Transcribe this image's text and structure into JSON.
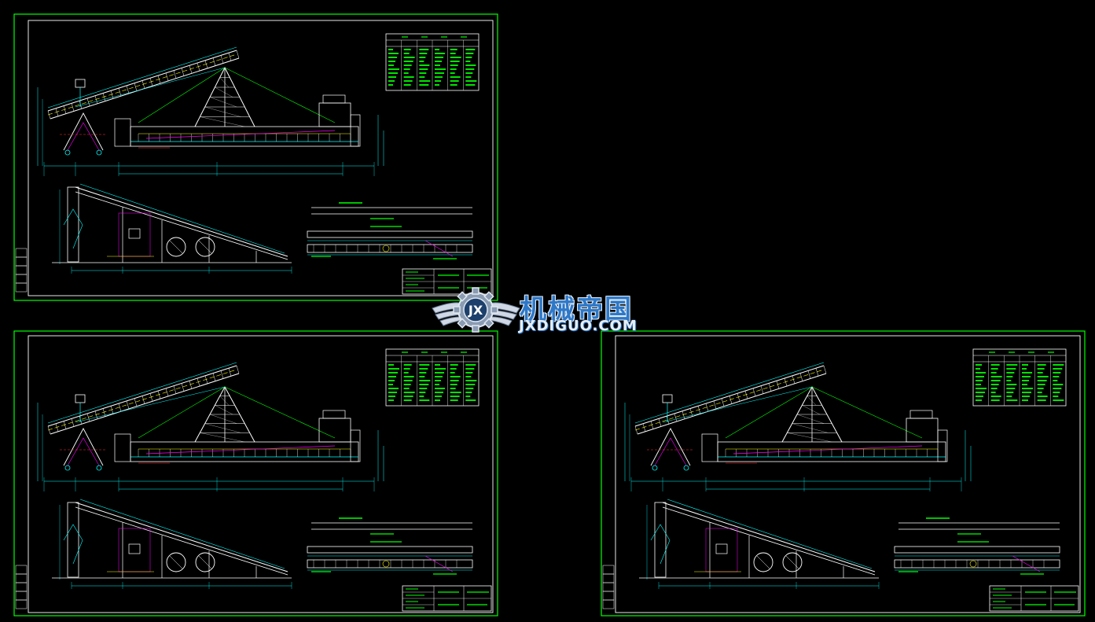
{
  "watermark": {
    "brand": "机械帝国",
    "url": "JXDIGUO.COM",
    "emblem_letters": "JX",
    "colors": {
      "blue": "#2d78c8",
      "light": "#e8eef6"
    }
  },
  "colors": {
    "background": "#000000",
    "frame": "#00ff00",
    "cyan": "#00ffff",
    "yellow": "#ffff00",
    "magenta": "#ff00ff",
    "white": "#ffffff",
    "red": "#ff3030"
  },
  "sheets": [
    {
      "id": "sheet-top-left",
      "label": "drawing-sheet-1"
    },
    {
      "id": "sheet-bottom-left",
      "label": "drawing-sheet-2"
    },
    {
      "id": "sheet-bottom-right",
      "label": "drawing-sheet-3"
    }
  ]
}
